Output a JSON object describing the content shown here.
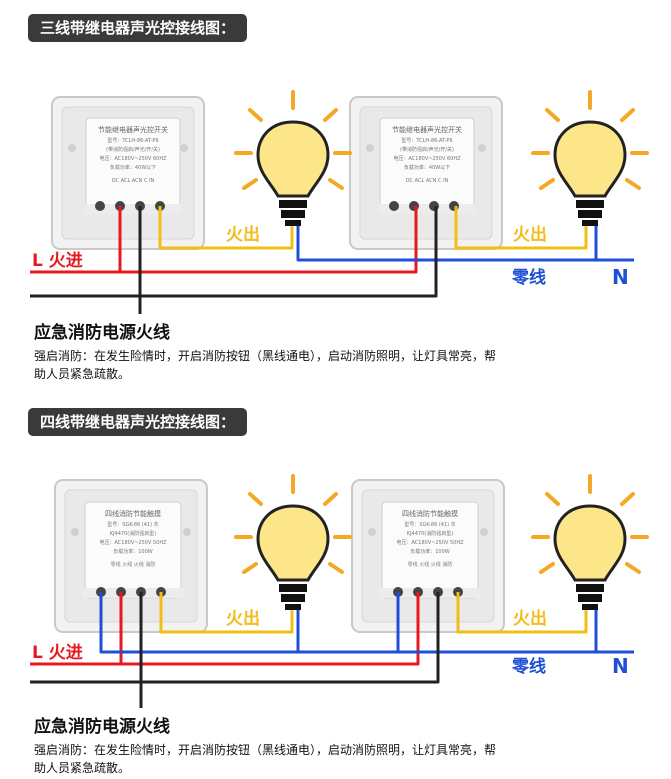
{
  "colors": {
    "live": "#e5191e",
    "neutral": "#1e4fd6",
    "load": "#f2bd17",
    "emergency": "#222222",
    "bulb": "#fde68a",
    "ray": "#f4a823",
    "tag_bg": "#3a3a3a"
  },
  "labels": {
    "live_in": "L 火进",
    "live_out": "火出",
    "neutral": "零线",
    "neutral_letter": "N"
  },
  "sections": [
    {
      "title": "三线带继电器声光控接线图：",
      "caption_head": "应急消防电源火线",
      "caption_body": "强启消防：在发生险情时，开启消防按钮（黑线通电），启动消防照明，让灯具常亮，帮助人员紧急疏散。",
      "switch_label": {
        "lines": [
          "节能继电器声光控开关",
          "型号：TCLH-86-AT-P6",
          "(带消防强启/声光/开/关)",
          "电压：AC180V~250V 60HZ",
          "负载功率：40W以下",
          "DC  ACL  ACN  C  IN"
        ]
      }
    },
    {
      "title": "四线带继电器声光控接线图：",
      "caption_head": "应急消防电源火线",
      "caption_body": "强启消防：在发生险情时，开启消防按钮（黑线通电），启动消防照明，让灯具常亮，帮助人员紧急疏散。",
      "switch_label": {
        "lines": [
          "四线消防节能触摸",
          "型号：SGK-86 (41) 灰",
          "KJ4470(消防强启型)",
          "电压：AC180V~250V 50HZ",
          "负载功率：100W",
          "零线  火线  火线  消防"
        ]
      }
    }
  ]
}
